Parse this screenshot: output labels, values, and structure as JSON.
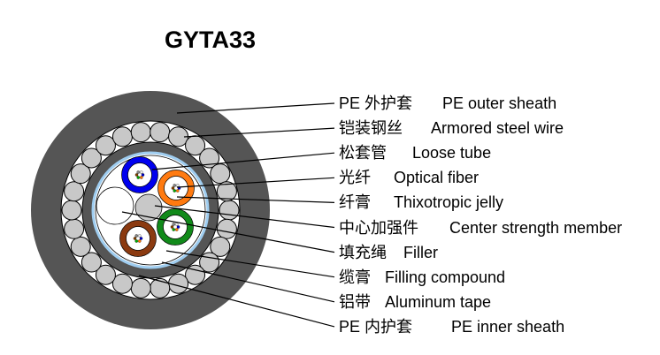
{
  "title": "GYTA33",
  "labels": [
    {
      "zh": "PE 外护套",
      "en": "PE outer sheath"
    },
    {
      "zh": "铠装钢丝",
      "en": "Armored steel wire"
    },
    {
      "zh": "松套管",
      "en": "Loose tube"
    },
    {
      "zh": "光纤",
      "en": "Optical fiber"
    },
    {
      "zh": "纤膏",
      "en": "Thixotropic jelly"
    },
    {
      "zh": "中心加强件",
      "en": "Center strength member"
    },
    {
      "zh": "填充绳",
      "en": "Filler"
    },
    {
      "zh": "缆膏",
      "en": "Filling compound"
    },
    {
      "zh": "铝带",
      "en": "Aluminum tape"
    },
    {
      "zh": "PE 内护套",
      "en": "PE inner sheath"
    }
  ],
  "colors": {
    "sheath": "#555555",
    "wire": "#c8c8c8",
    "aluminum": "#9fcdf0",
    "tube_blue": "#0000ee",
    "tube_orange": "#ff7a10",
    "tube_green": "#118a1a",
    "tube_brown": "#8b3a10"
  }
}
